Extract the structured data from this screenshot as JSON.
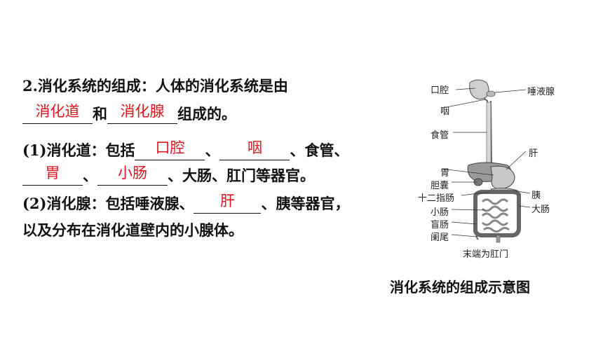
{
  "paragraph": {
    "heading": "2.消化系统的组成：人体的消化系统是由",
    "blank1": "消化道",
    "and": "和",
    "blank2": "消化腺",
    "tail": "组成的。"
  },
  "item1": {
    "prefix": "(1)消化道：包括",
    "blank_a": "口腔",
    "sep1": "、",
    "blank_b": "咽",
    "rest1": "、食管、",
    "blank_c": "胃",
    "sep2": "、",
    "blank_d": "小肠",
    "rest2": "、大肠、肛门等器官。"
  },
  "item2": {
    "prefix": "(2)消化腺：包括唾液腺、",
    "blank_e": "肝",
    "rest1": "、胰等器官，",
    "line2": "以及分布在消化道壁内的小腺体。"
  },
  "figure": {
    "labels_left": [
      "口腔",
      "咽",
      "食管",
      "胃",
      "胆囊",
      "十二指肠",
      "小肠",
      "盲肠",
      "阑尾"
    ],
    "labels_right": [
      "唾液腺",
      "肝",
      "胰",
      "大肠"
    ],
    "bottom_note": "末端为肛门",
    "caption": "消化系统的组成示意图"
  },
  "colors": {
    "answer": "#e0141e",
    "text": "#111111"
  }
}
